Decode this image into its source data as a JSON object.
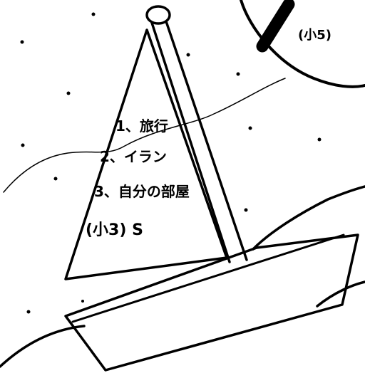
{
  "drawing": {
    "sail_lines": [
      "1、旅行",
      "2、イラン",
      "3、自分の部屋"
    ],
    "sail_author": "(小3) S",
    "corner_author": "(小5)"
  },
  "colors": {
    "ink": "#000000",
    "paper": "#ffffff"
  }
}
